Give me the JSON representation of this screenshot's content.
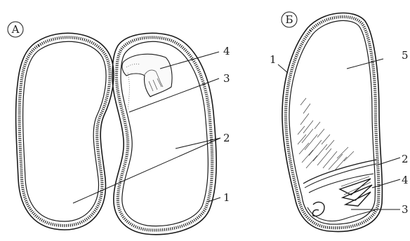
{
  "panels": {
    "a": {
      "letter": "А",
      "labels": [
        "4",
        "3",
        "2",
        "1"
      ]
    },
    "b": {
      "letter": "Б",
      "labels": [
        "1",
        "5",
        "2",
        "4",
        "3"
      ]
    }
  }
}
